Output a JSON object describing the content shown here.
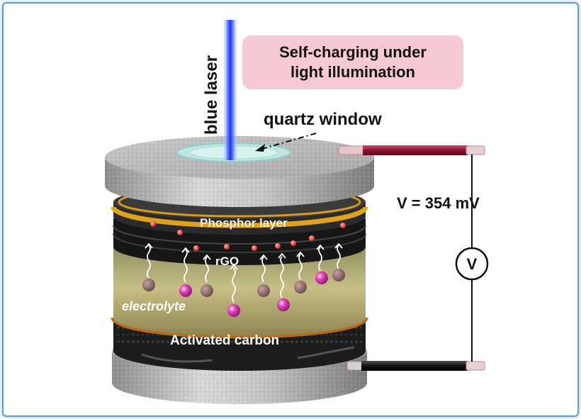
{
  "labels": {
    "blue_laser": "blue laser",
    "callout_line1": "Self-charging under",
    "callout_line2": "light illumination",
    "quartz_window": "quartz window",
    "voltage": "V = 354 mV",
    "voltmeter_symbol": "V",
    "phosphor_layer": "Phosphor layer",
    "rgo": "rGO",
    "electrolyte": "electrolyte",
    "activated_carbon": "Activated carbon"
  },
  "colors": {
    "border": "#5b9bd5",
    "callout_bg": "#f7c9d2",
    "laser": "#1a3cff",
    "phosphor": "#e0a21a",
    "electrolyte": "#b9b07a",
    "red_wire": "#9c1a33",
    "black_wire": "#1a1a1a"
  }
}
